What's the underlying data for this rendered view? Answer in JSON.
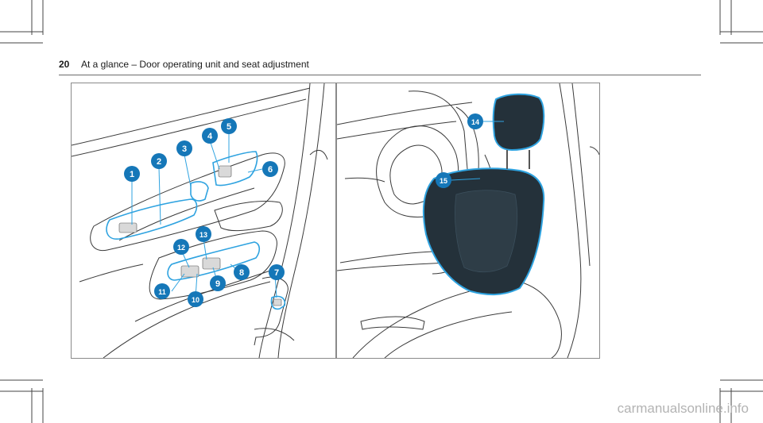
{
  "header": {
    "page_number": "20",
    "title": "At a glance – Door operating unit and seat adjustment"
  },
  "figure_left": {
    "callouts": [
      "1",
      "2",
      "3",
      "4",
      "5",
      "6",
      "7",
      "8",
      "9",
      "10",
      "11",
      "12",
      "13"
    ]
  },
  "figure_right": {
    "callouts": [
      "14",
      "15"
    ]
  },
  "watermark": "carmanualsonline.info",
  "colors": {
    "callout_fill": "#1577b8",
    "highlight": "#2fa3e0",
    "line": "#3a3a3a",
    "seat": "#24313a"
  }
}
